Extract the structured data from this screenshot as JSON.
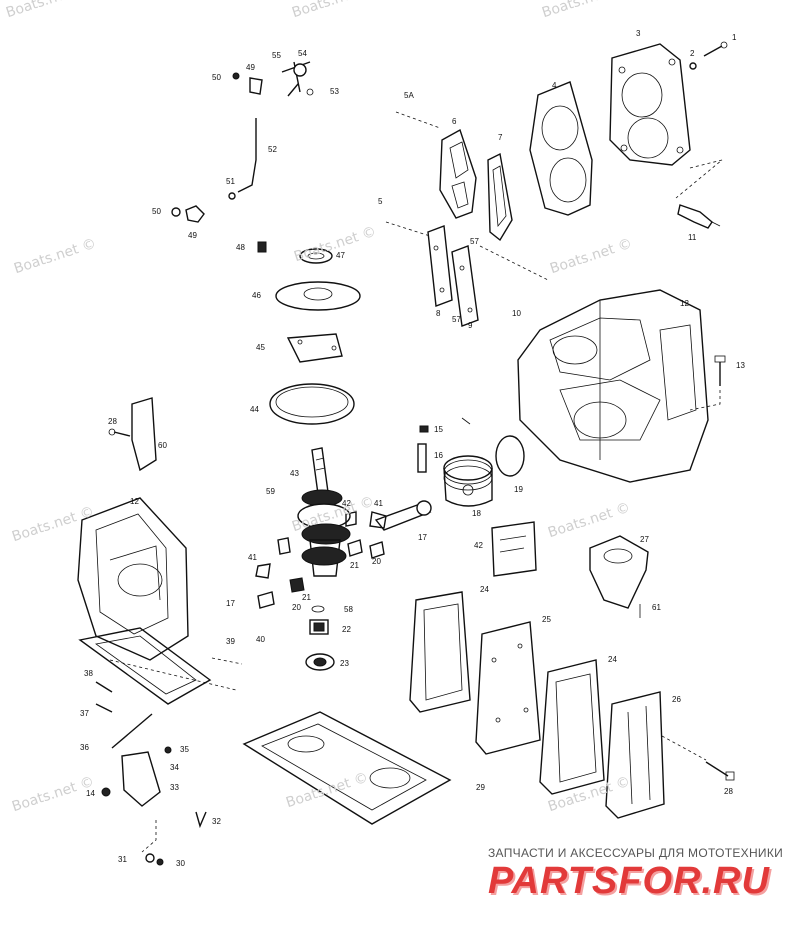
{
  "watermarks": [
    "Boats.net ©",
    "Boats.net ©",
    "Boats.net ©",
    "Boats.net ©",
    "Boats.net ©",
    "Boats.net ©",
    "Boats.net ©",
    "Boats.net ©",
    "Boats.net ©",
    "Boats.net ©",
    "Boats.net ©",
    "Boats.net ©"
  ],
  "callouts": [
    "1",
    "2",
    "3",
    "4",
    "5A",
    "6",
    "7",
    "5",
    "8",
    "57",
    "9",
    "57",
    "10",
    "12",
    "13",
    "11",
    "52",
    "49",
    "50",
    "53",
    "54",
    "55",
    "51",
    "50",
    "49",
    "48",
    "47",
    "46",
    "45",
    "44",
    "43",
    "59",
    "42",
    "41",
    "21",
    "20",
    "41",
    "17",
    "20",
    "21",
    "58",
    "22",
    "23",
    "40",
    "39",
    "38",
    "37",
    "36",
    "35",
    "34",
    "33",
    "32",
    "31",
    "30",
    "14",
    "15",
    "16",
    "18",
    "19",
    "17",
    "42",
    "24",
    "25",
    "24",
    "26",
    "27",
    "61",
    "28",
    "29",
    "12",
    "28",
    "60"
  ],
  "brand": {
    "tagline": "ЗАПЧАСТИ И АКСЕССУАРЫ ДЛЯ МОТОТЕХНИКИ",
    "logo": "PARTSFOR.RU"
  }
}
